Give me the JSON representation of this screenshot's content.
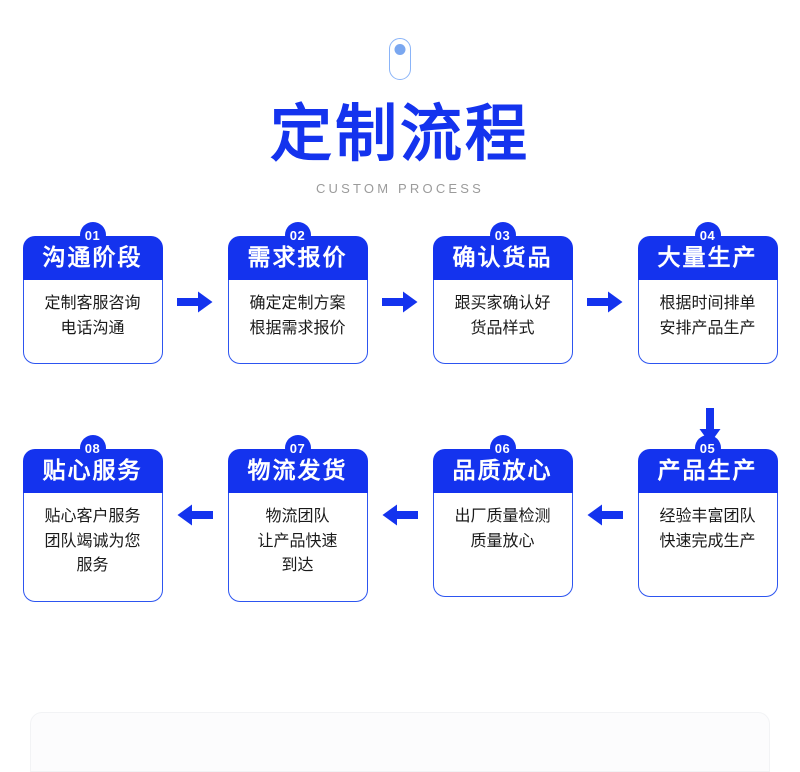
{
  "theme": {
    "brand_blue": "#1433ee",
    "card_border": "#2d55f0",
    "badge_bg": "#1433ee",
    "subtitle_gray": "#9b9b9b",
    "mouse_icon_blue": "#7aa7f0"
  },
  "header": {
    "scroll_icon": "mouse-scroll-icon",
    "title": "定制流程",
    "subtitle": "CUSTOM PROCESS"
  },
  "flow": {
    "row_one": [
      {
        "badge": "01",
        "title": "沟通阶段",
        "lines": [
          "定制客服咨询",
          "电话沟通"
        ]
      },
      {
        "badge": "02",
        "title": "需求报价",
        "lines": [
          "确定定制方案",
          "根据需求报价"
        ]
      },
      {
        "badge": "03",
        "title": "确认货品",
        "lines": [
          "跟买家确认好",
          "货品样式"
        ]
      },
      {
        "badge": "04",
        "title": "大量生产",
        "lines": [
          "根据时间排单",
          "安排产品生产"
        ]
      }
    ],
    "row_two": [
      {
        "badge": "08",
        "title": "贴心服务",
        "lines": [
          "贴心客户服务",
          "团队竭诚为您",
          "服务"
        ]
      },
      {
        "badge": "07",
        "title": "物流发货",
        "lines": [
          "物流团队",
          "让产品快速",
          "到达"
        ]
      },
      {
        "badge": "06",
        "title": "品质放心",
        "lines": [
          "出厂质量检测",
          "质量放心"
        ]
      },
      {
        "badge": "05",
        "title": "产品生产",
        "lines": [
          "经验丰富团队",
          "快速完成生产"
        ]
      }
    ],
    "arrows": {
      "right": "arrow-right-icon",
      "left": "arrow-left-icon",
      "down": "arrow-down-icon"
    }
  }
}
